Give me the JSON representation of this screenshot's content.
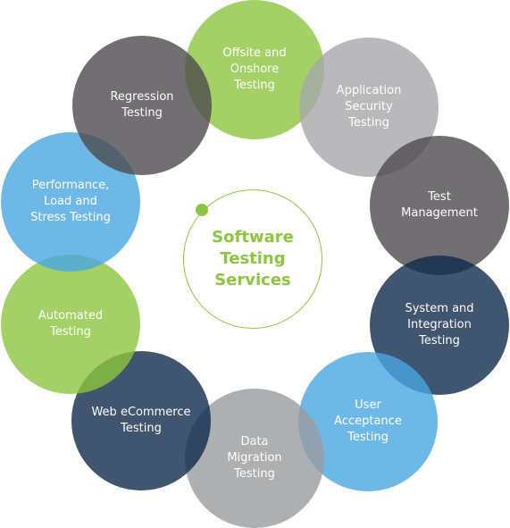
{
  "diagram": {
    "center": {
      "title": "Software\nTesting\nServices",
      "accent_color": "#8cc63f"
    },
    "nodes": [
      {
        "label": "Offsite and\nOnshore\nTesting",
        "color": "#8cc63f"
      },
      {
        "label": "Application\nSecurity\nTesting",
        "color": "#a7a8ab"
      },
      {
        "label": "Test\nManagement",
        "color": "#4d4b4e"
      },
      {
        "label": "System and\nIntegration\nTesting",
        "color": "#0f2b4c"
      },
      {
        "label": "User\nAcceptance\nTesting",
        "color": "#4aa6e2"
      },
      {
        "label": "Data\nMigration\nTesting",
        "color": "#9a9b9e"
      },
      {
        "label": "Web eCommerce\nTesting",
        "color": "#0f2b4c"
      },
      {
        "label": "Automated\nTesting",
        "color": "#8cc63f"
      },
      {
        "label": "Performance,\nLoad and\nStress Testing",
        "color": "#4aa6e2"
      },
      {
        "label": "Regression\nTesting",
        "color": "#4d4b4e"
      }
    ]
  }
}
